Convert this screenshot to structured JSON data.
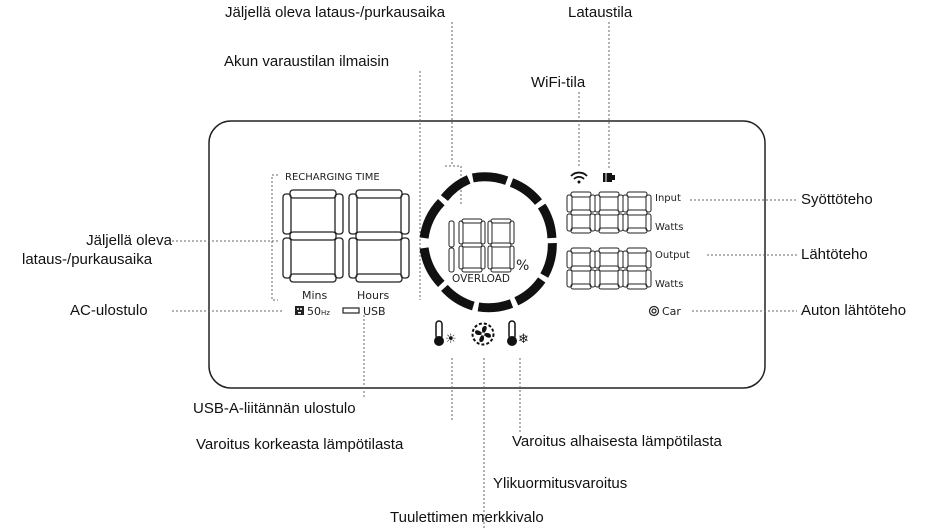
{
  "callouts": {
    "remaining_time_top": "Jäljellä oleva lataus-/purkausaika",
    "charging_status": "Lataustila",
    "battery_indicator": "Akun varaustilan ilmaisin",
    "wifi_status": "WiFi-tila",
    "input_power": "Syöttöteho",
    "remaining_time_left_line1": "Jäljellä oleva",
    "remaining_time_left_line2": "lataus-/purkausaika",
    "output_power": "Lähtöteho",
    "ac_output": "AC-ulostulo",
    "car_output": "Auton lähtöteho",
    "usb_a_output": "USB-A-liitännän ulostulo",
    "high_temp_warning": "Varoitus korkeasta lämpötilasta",
    "low_temp_warning": "Varoitus alhaisesta lämpötilasta",
    "overload_warning": "Ylikuormitusvaroitus",
    "fan_indicator": "Tuulettimen merkkivalo"
  },
  "display": {
    "recharging_time": "RECHARGING TIME",
    "mins": "Mins",
    "hours": "Hours",
    "ac_frequency": "50",
    "ac_unit": "Hz",
    "usb": "USB",
    "percent_sign": "%",
    "overload": "OVERLOAD",
    "input": "Input",
    "input_watts": "Watts",
    "output": "Output",
    "output_watts": "Watts",
    "car": "Car"
  }
}
